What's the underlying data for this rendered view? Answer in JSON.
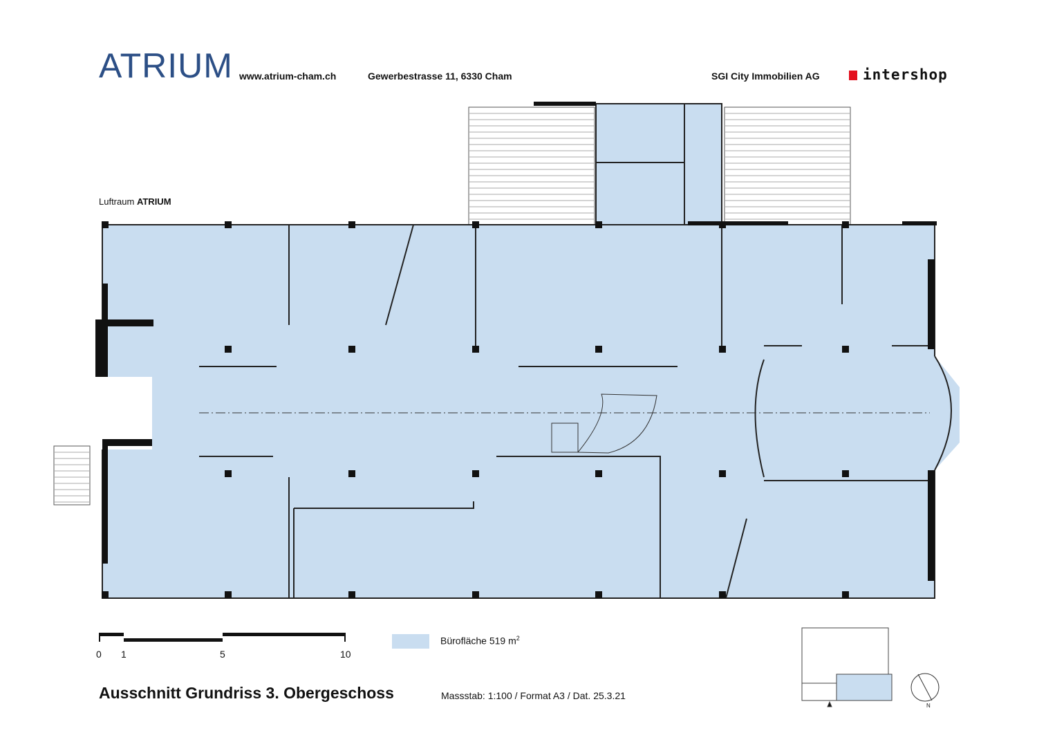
{
  "header": {
    "logo": "ATRIUM",
    "website": "www.atrium-cham.ch",
    "address": "Gewerbestrasse 11, 6330 Cham",
    "owner": "SGI City Immobilien AG",
    "partner_logo": "intershop"
  },
  "plan": {
    "label_prefix": "Luftraum",
    "label_bold": "ATRIUM",
    "fill_color": "#c9ddf0"
  },
  "scale_bar": {
    "ticks": [
      "0",
      "1",
      "5",
      "10"
    ]
  },
  "legend": {
    "label": "Bürofläche 519 m",
    "unit_sup": "2"
  },
  "footer": {
    "title": "Ausschnitt Grundriss 3. Obergeschoss",
    "subtitle": "Massstab: 1:100 / Format A3 / Dat. 25.3.21",
    "north_label": "N"
  }
}
